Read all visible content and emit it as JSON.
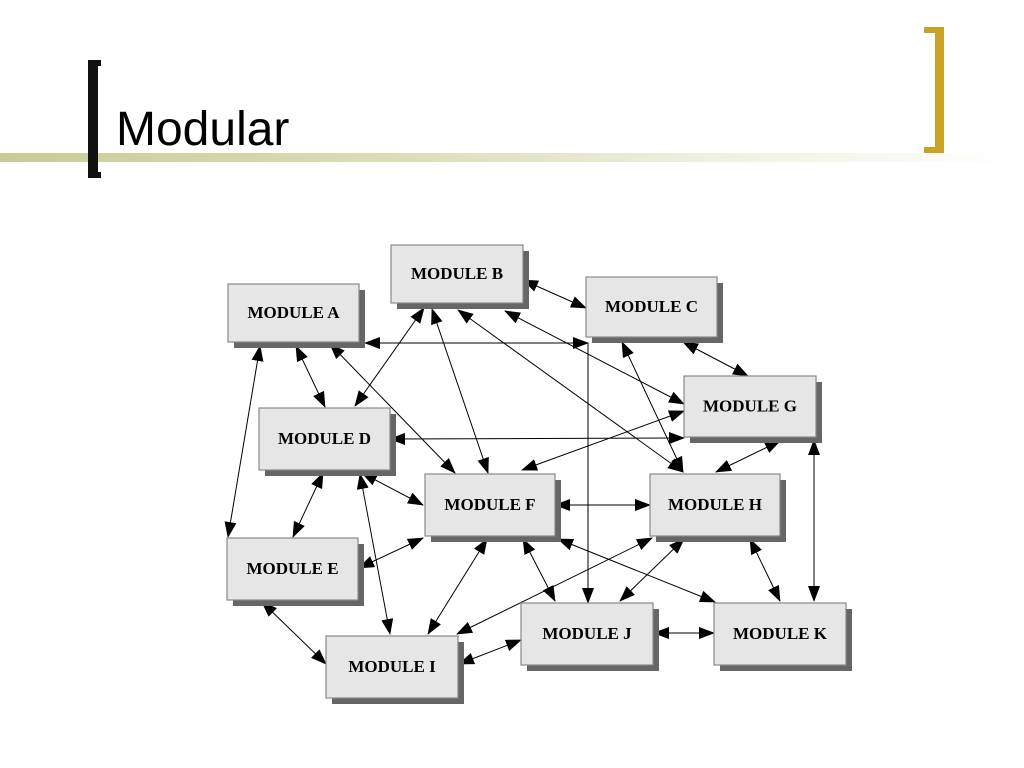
{
  "slide": {
    "title": "Modular"
  },
  "diagram": {
    "nodes": [
      {
        "id": "A",
        "label": "MODULE A"
      },
      {
        "id": "B",
        "label": "MODULE B"
      },
      {
        "id": "C",
        "label": "MODULE C"
      },
      {
        "id": "D",
        "label": "MODULE D"
      },
      {
        "id": "E",
        "label": "MODULE E"
      },
      {
        "id": "F",
        "label": "MODULE F"
      },
      {
        "id": "G",
        "label": "MODULE G"
      },
      {
        "id": "H",
        "label": "MODULE H"
      },
      {
        "id": "I",
        "label": "MODULE I"
      },
      {
        "id": "J",
        "label": "MODULE J"
      },
      {
        "id": "K",
        "label": "MODULE K"
      }
    ],
    "edges": [
      {
        "from": "A",
        "to": "C",
        "arrows": "both"
      },
      {
        "from": "A",
        "to": "D",
        "arrows": "both"
      },
      {
        "from": "A",
        "to": "E",
        "arrows": "both"
      },
      {
        "from": "A",
        "to": "F",
        "arrows": "both"
      },
      {
        "from": "B",
        "to": "C",
        "arrows": "both"
      },
      {
        "from": "B",
        "to": "D",
        "arrows": "both"
      },
      {
        "from": "B",
        "to": "F",
        "arrows": "both"
      },
      {
        "from": "B",
        "to": "G",
        "arrows": "both"
      },
      {
        "from": "B",
        "to": "H",
        "arrows": "both"
      },
      {
        "from": "C",
        "to": "G",
        "arrows": "both"
      },
      {
        "from": "C",
        "to": "H",
        "arrows": "both"
      },
      {
        "from": "C",
        "to": "J",
        "arrows": "end"
      },
      {
        "from": "D",
        "to": "G",
        "arrows": "both"
      },
      {
        "from": "D",
        "to": "E",
        "arrows": "both"
      },
      {
        "from": "D",
        "to": "F",
        "arrows": "both"
      },
      {
        "from": "D",
        "to": "I",
        "arrows": "both"
      },
      {
        "from": "E",
        "to": "F",
        "arrows": "both"
      },
      {
        "from": "E",
        "to": "I",
        "arrows": "both"
      },
      {
        "from": "F",
        "to": "G",
        "arrows": "both"
      },
      {
        "from": "F",
        "to": "H",
        "arrows": "both"
      },
      {
        "from": "F",
        "to": "I",
        "arrows": "both"
      },
      {
        "from": "F",
        "to": "J",
        "arrows": "both"
      },
      {
        "from": "F",
        "to": "K",
        "arrows": "both"
      },
      {
        "from": "G",
        "to": "H",
        "arrows": "both"
      },
      {
        "from": "G",
        "to": "K",
        "arrows": "both"
      },
      {
        "from": "H",
        "to": "I",
        "arrows": "both"
      },
      {
        "from": "H",
        "to": "J",
        "arrows": "both"
      },
      {
        "from": "H",
        "to": "K",
        "arrows": "both"
      },
      {
        "from": "I",
        "to": "J",
        "arrows": "both"
      },
      {
        "from": "J",
        "to": "K",
        "arrows": "both"
      }
    ]
  }
}
